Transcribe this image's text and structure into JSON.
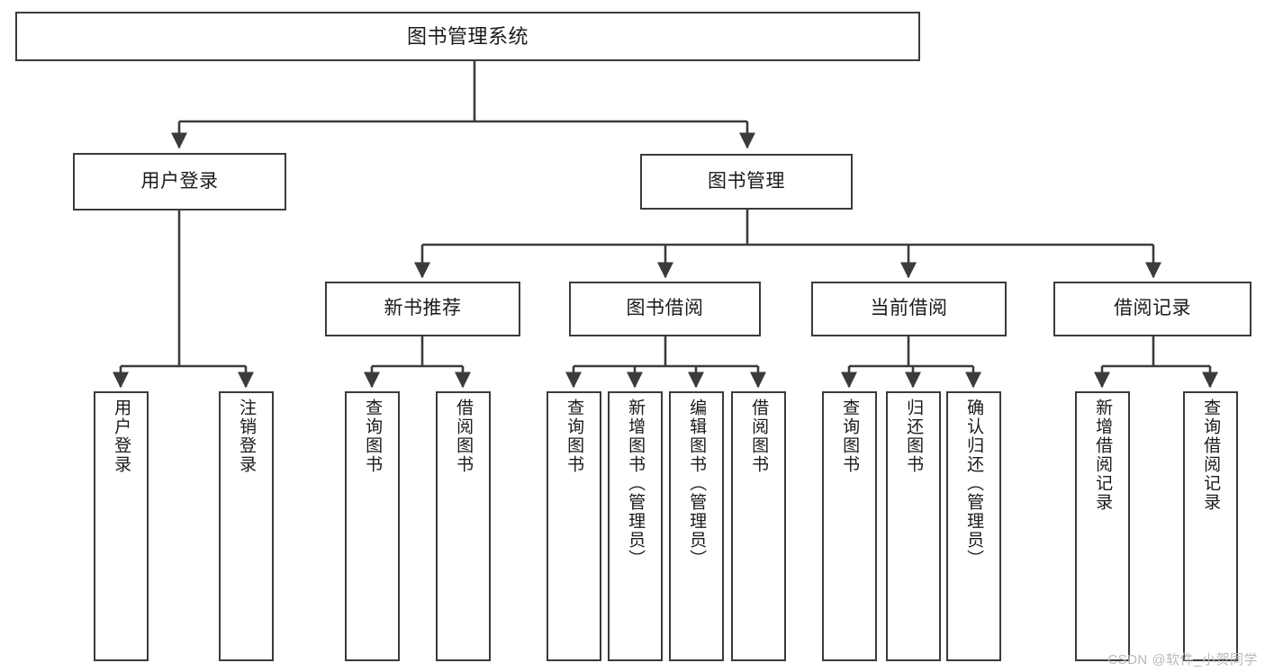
{
  "diagram": {
    "title": "图书管理系统",
    "type": "tree-hierarchy-chart",
    "stroke_color": "#3b3b3b",
    "background_color": "#ffffff",
    "watermark": "CSDN @软件_小贺同学"
  },
  "nodes": {
    "root": {
      "label": "图书管理系统"
    },
    "level1": [
      {
        "label": "用户登录"
      },
      {
        "label": "图书管理"
      }
    ],
    "level2": [
      {
        "label": "新书推荐"
      },
      {
        "label": "图书借阅"
      },
      {
        "label": "当前借阅"
      },
      {
        "label": "借阅记录"
      }
    ],
    "leaves": {
      "user_login": [
        {
          "label": "用户登录"
        },
        {
          "label": "注销登录"
        }
      ],
      "new_book": [
        {
          "label": "查询图书"
        },
        {
          "label": "借阅图书"
        }
      ],
      "book_borrow": [
        {
          "label": "查询图书"
        },
        {
          "label": "新增图书（管理员）"
        },
        {
          "label": "编辑图书（管理员）"
        },
        {
          "label": "借阅图书"
        }
      ],
      "current_borrow": [
        {
          "label": "查询图书"
        },
        {
          "label": "归还图书"
        },
        {
          "label": "确认归还（管理员）"
        }
      ],
      "borrow_record": [
        {
          "label": "新增借阅记录"
        },
        {
          "label": "查询借阅记录"
        }
      ]
    }
  }
}
